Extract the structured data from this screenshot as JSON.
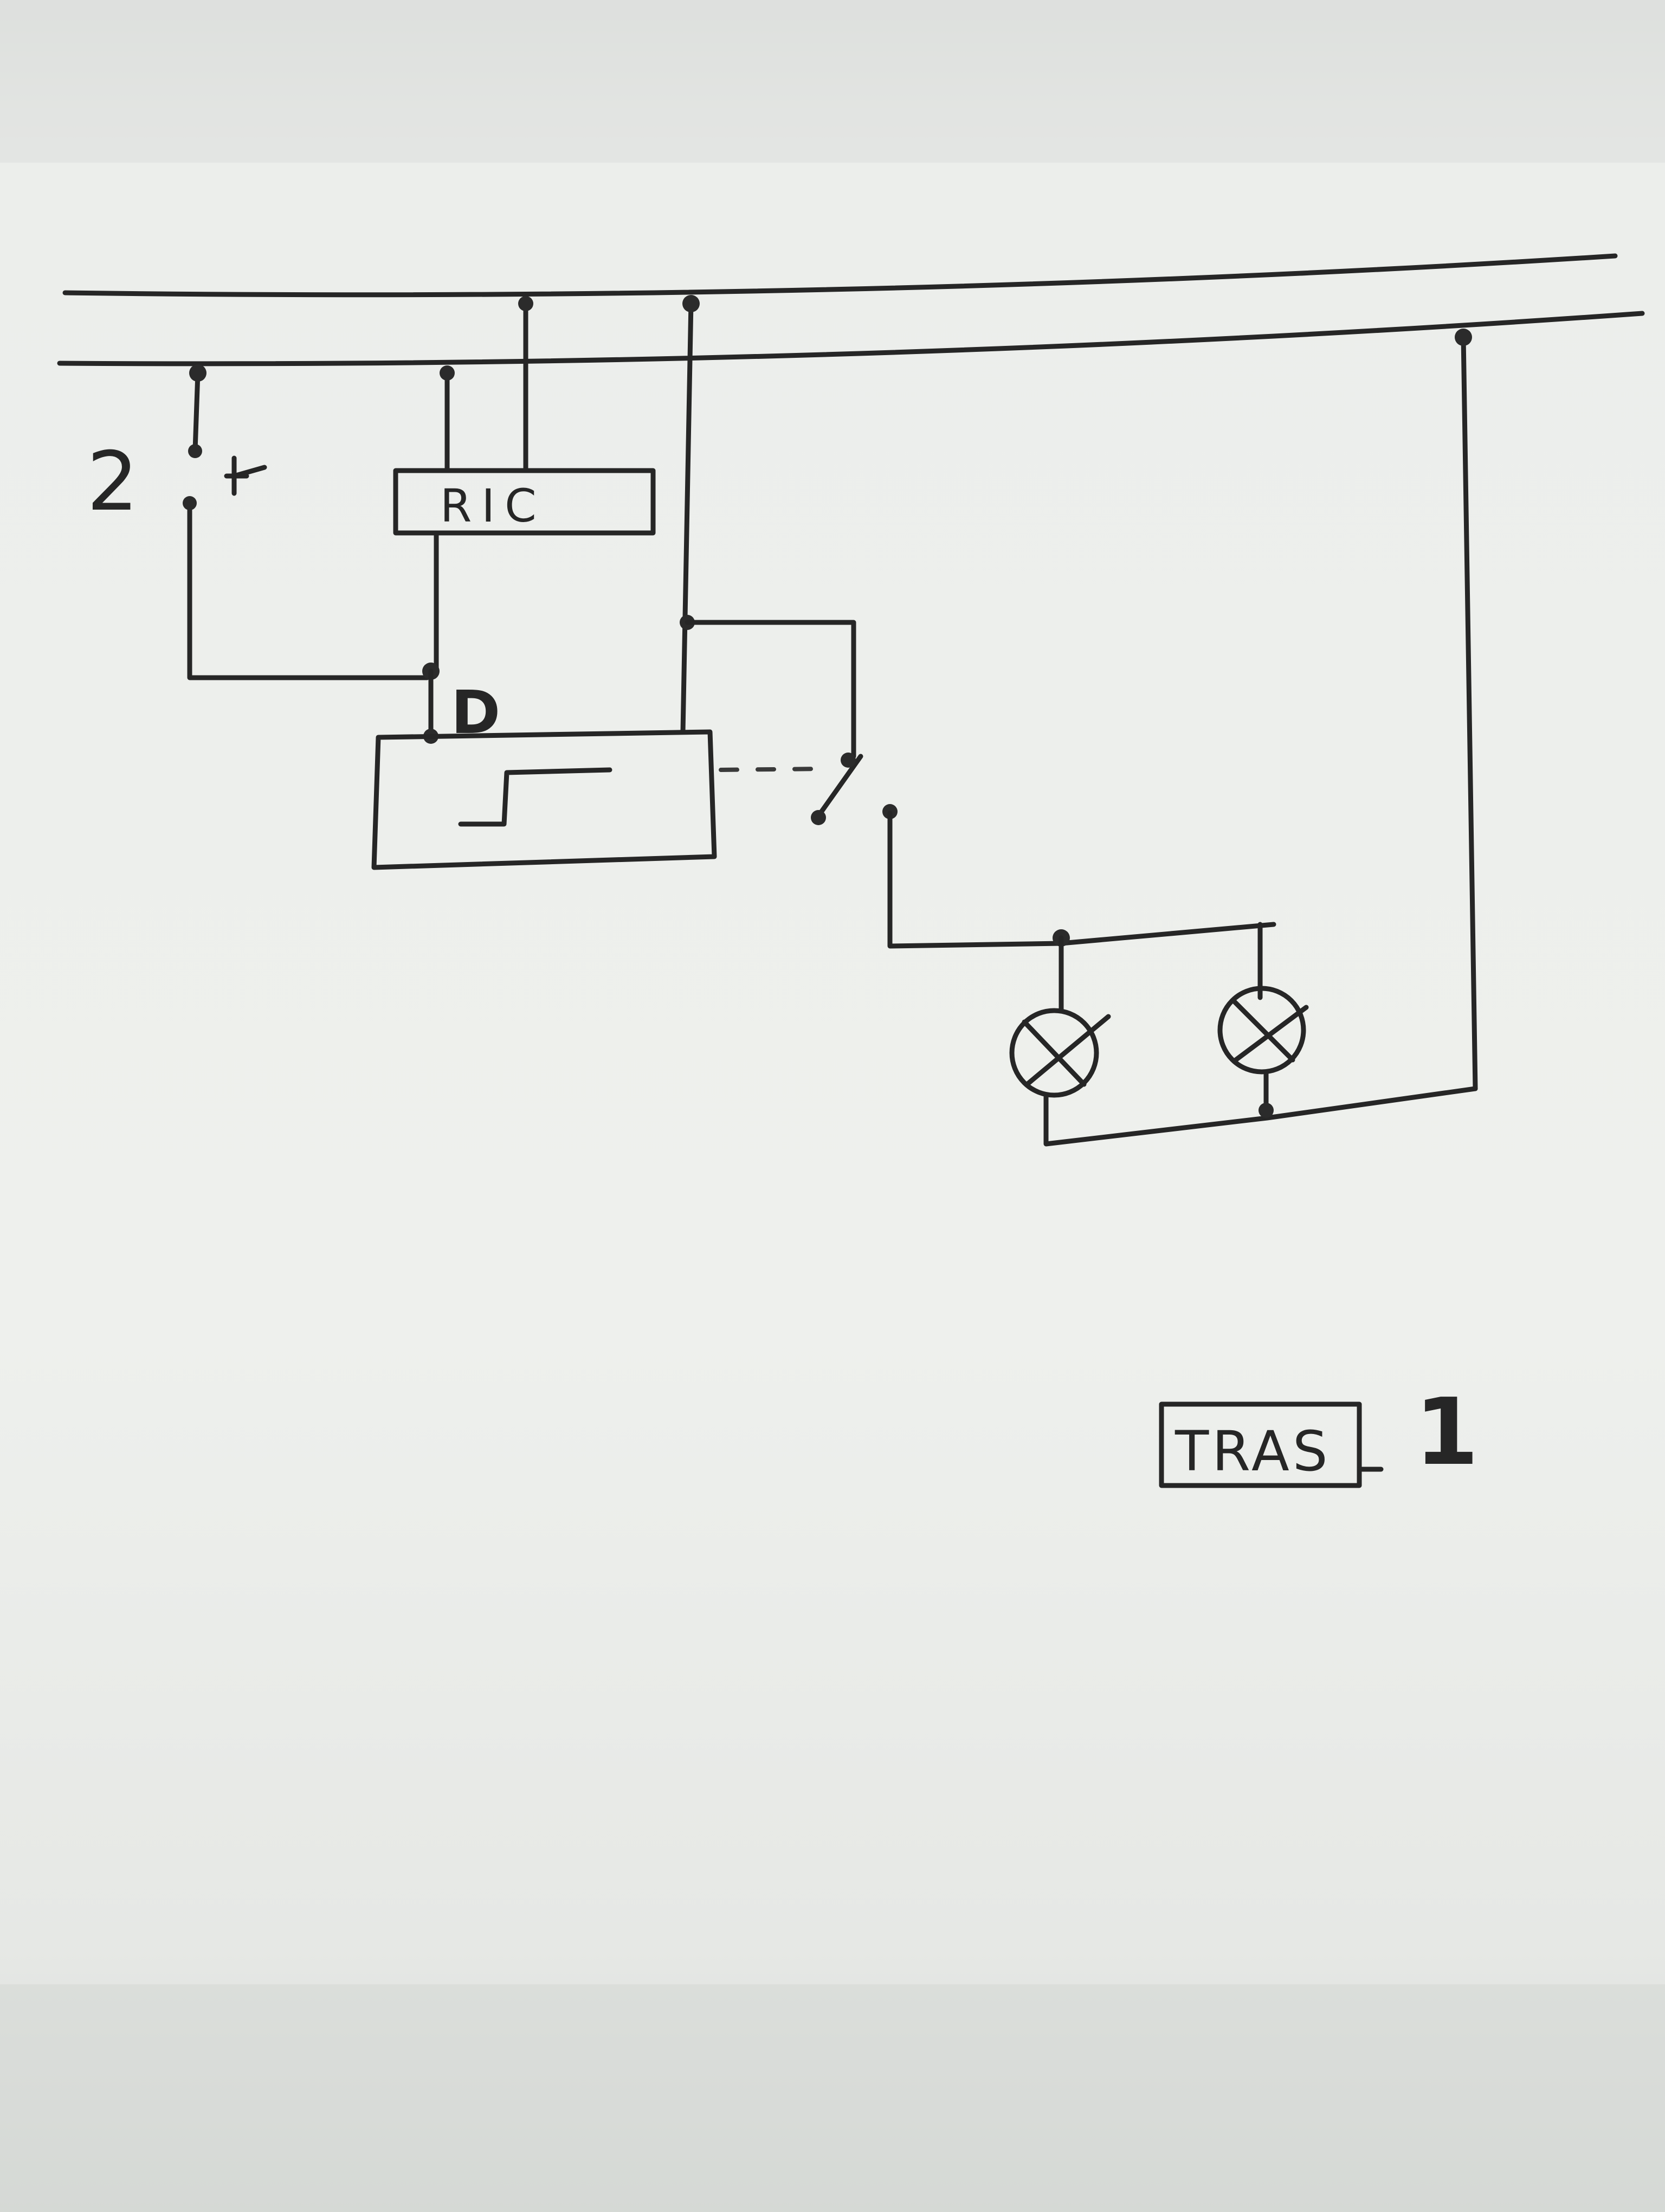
{
  "labels": {
    "contact_number": "2",
    "rc_box": "RIC",
    "node_d": "D",
    "title_box": "TRAS",
    "title_number": "1"
  },
  "colors": {
    "paper": "#eef0ed",
    "ink": "#262626"
  }
}
